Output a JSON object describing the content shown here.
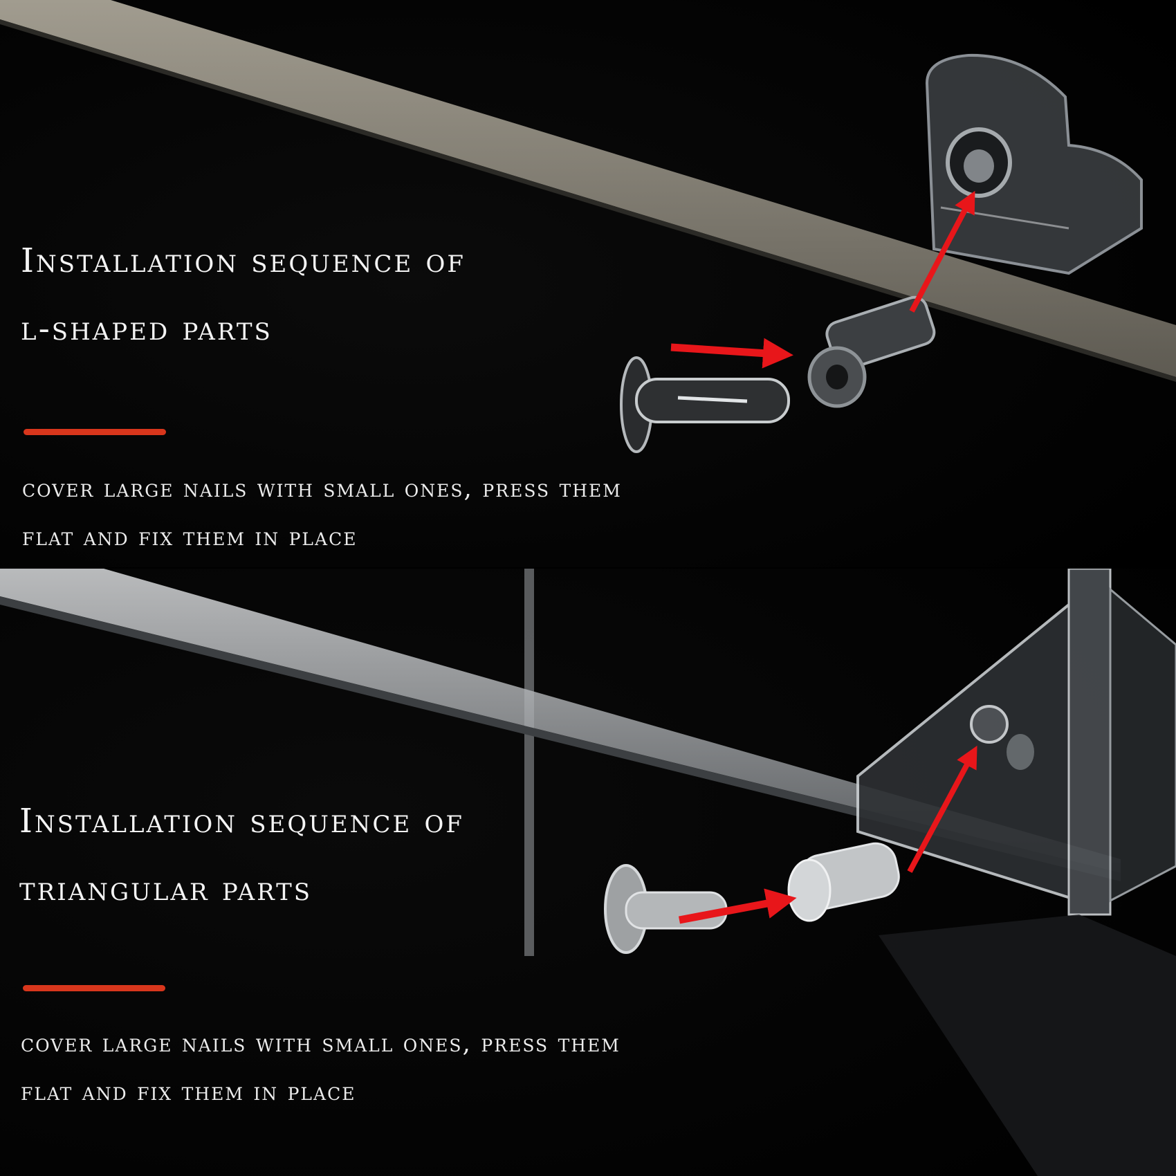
{
  "colors": {
    "accent_bar": "#d8361c",
    "arrow": "#e8161a",
    "background": "#000000"
  },
  "panels": [
    {
      "part": "l-shaped",
      "title_lines": [
        "Installation sequence of",
        "L-shaped parts"
      ],
      "description_lines": [
        "cover large nails with small ones, press them",
        "flat and fix them in place"
      ]
    },
    {
      "part": "triangular",
      "title_lines": [
        "Installation sequence of",
        "triangular parts"
      ],
      "description_lines": [
        "cover large nails with small ones, press them",
        "flat and fix them in place"
      ]
    }
  ]
}
